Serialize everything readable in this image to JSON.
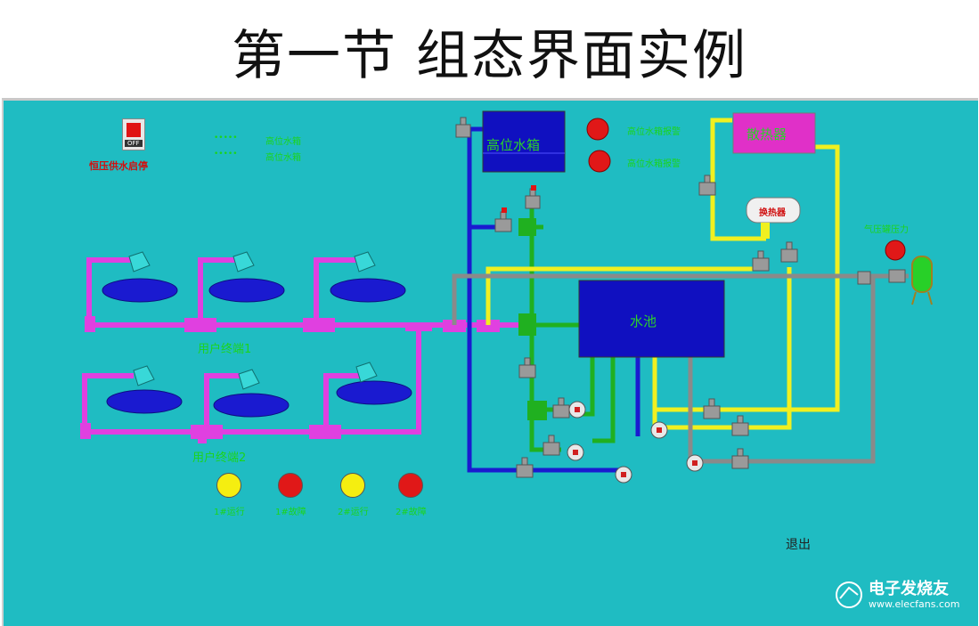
{
  "slide": {
    "title": "第一节 组态界面实例"
  },
  "control": {
    "start_stop_label": "恒压供水启停",
    "switch_state": "OFF",
    "status_dots_1": "•••••",
    "status_dots_2": "•••••",
    "status_text_1": "高位水箱",
    "status_text_2": "高位水箱"
  },
  "equipment": {
    "high_tank": "高位水箱",
    "radiator": "散热器",
    "heat_exchanger": "换热器",
    "pool": "水池",
    "user_end_1": "用户终端1",
    "user_end_2": "用户终端2",
    "tank_alarm_1": "高位水箱报警",
    "tank_alarm_2": "高位水箱报警",
    "air_tank_label": "气压罐压力"
  },
  "indicators": [
    {
      "label": "1#运行",
      "color": "#f5ee10"
    },
    {
      "label": "1#故障",
      "color": "#e01818"
    },
    {
      "label": "2#运行",
      "color": "#f5ee10"
    },
    {
      "label": "2#故障",
      "color": "#e01818"
    }
  ],
  "exit_label": "退出",
  "watermark": {
    "name": "电子发烧友",
    "url": "www.elecfans.com"
  },
  "colors": {
    "background": "#1fbcc2",
    "pipe_magenta": "#e040e0",
    "pipe_blue": "#1a1ad0",
    "pipe_green": "#20b020",
    "pipe_yellow": "#f0f020",
    "pipe_gray": "#8a8a8a",
    "tank_blue": "#1010c0",
    "radiator_magenta": "#e030c8"
  }
}
